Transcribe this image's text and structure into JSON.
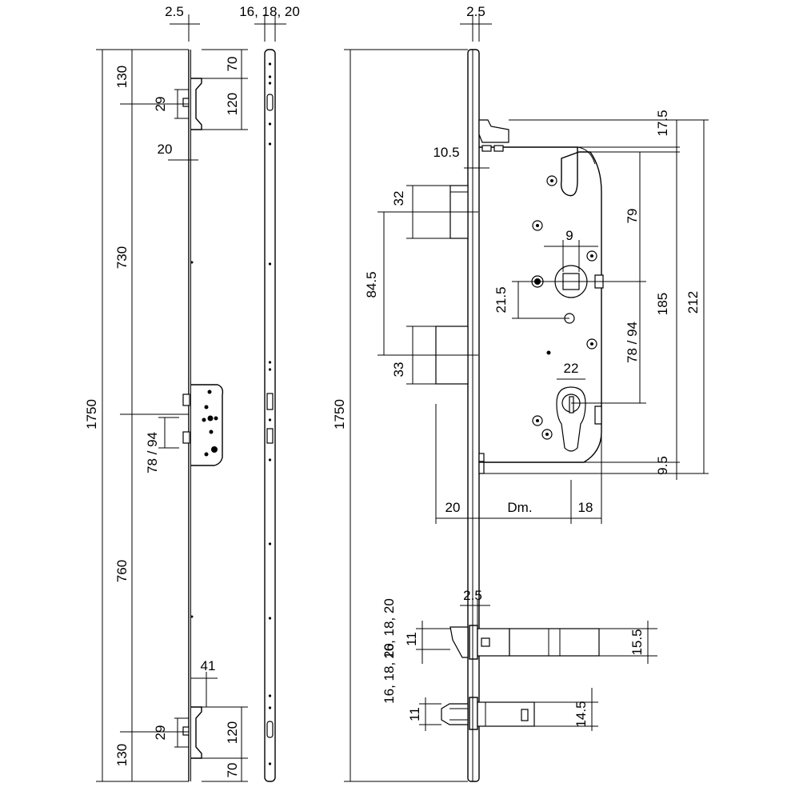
{
  "dimensions": {
    "strip_thickness": "2.5",
    "faceplate_widths": "16, 18, 20",
    "top_offset": "130",
    "top_hook_upper": "70",
    "top_hook_height": "120",
    "top_hook_gap": "29",
    "hook_backset": "20",
    "upper_span": "730",
    "overall_length": "1750",
    "center_distance": "78 / 94",
    "lower_span": "760",
    "hook_depth": "41",
    "bottom_hook_gap": "29",
    "bottom_hook_height": "120",
    "bottom_offset": "130",
    "bottom_hook_lower": "70",
    "lock_thickness": "2.5",
    "lock_overall_length": "1750",
    "top_case_offset": "17.5",
    "faceplate_offset": "10.5",
    "latch_height": "32",
    "latch_to_bolt": "84.5",
    "spindle_size": "9",
    "follower_to_screw": "21.5",
    "follower_to_top": "79",
    "follower_center_distance": "78 / 94",
    "case_inner_height": "185",
    "case_outer_height": "212",
    "bolt_height": "33",
    "cylinder_width": "22",
    "bottom_case_offset": "9.5",
    "bolt_throw": "20",
    "backset_label": "Dm.",
    "cylinder_offset": "18",
    "hook_bolt_thickness": "2.5",
    "hook_bolt_widths": "16, 18, 20",
    "hook_bolt_gap": "11",
    "hook_bolt_height": "15.5",
    "pin_bolt_gap": "11",
    "pin_bolt_height": "14.5"
  }
}
